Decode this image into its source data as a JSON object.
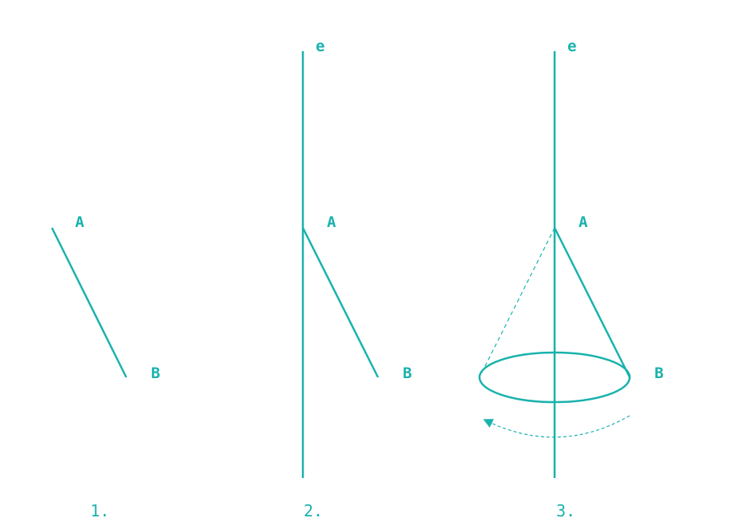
{
  "colors": {
    "stroke": "#19b2ad"
  },
  "panels": [
    {
      "caption": "1.",
      "point_a": "A",
      "point_b": "B"
    },
    {
      "caption": "2.",
      "axis_label": "e",
      "point_a": "A",
      "point_b": "B"
    },
    {
      "caption": "3.",
      "axis_label": "e",
      "point_a": "A",
      "point_b": "B"
    }
  ]
}
